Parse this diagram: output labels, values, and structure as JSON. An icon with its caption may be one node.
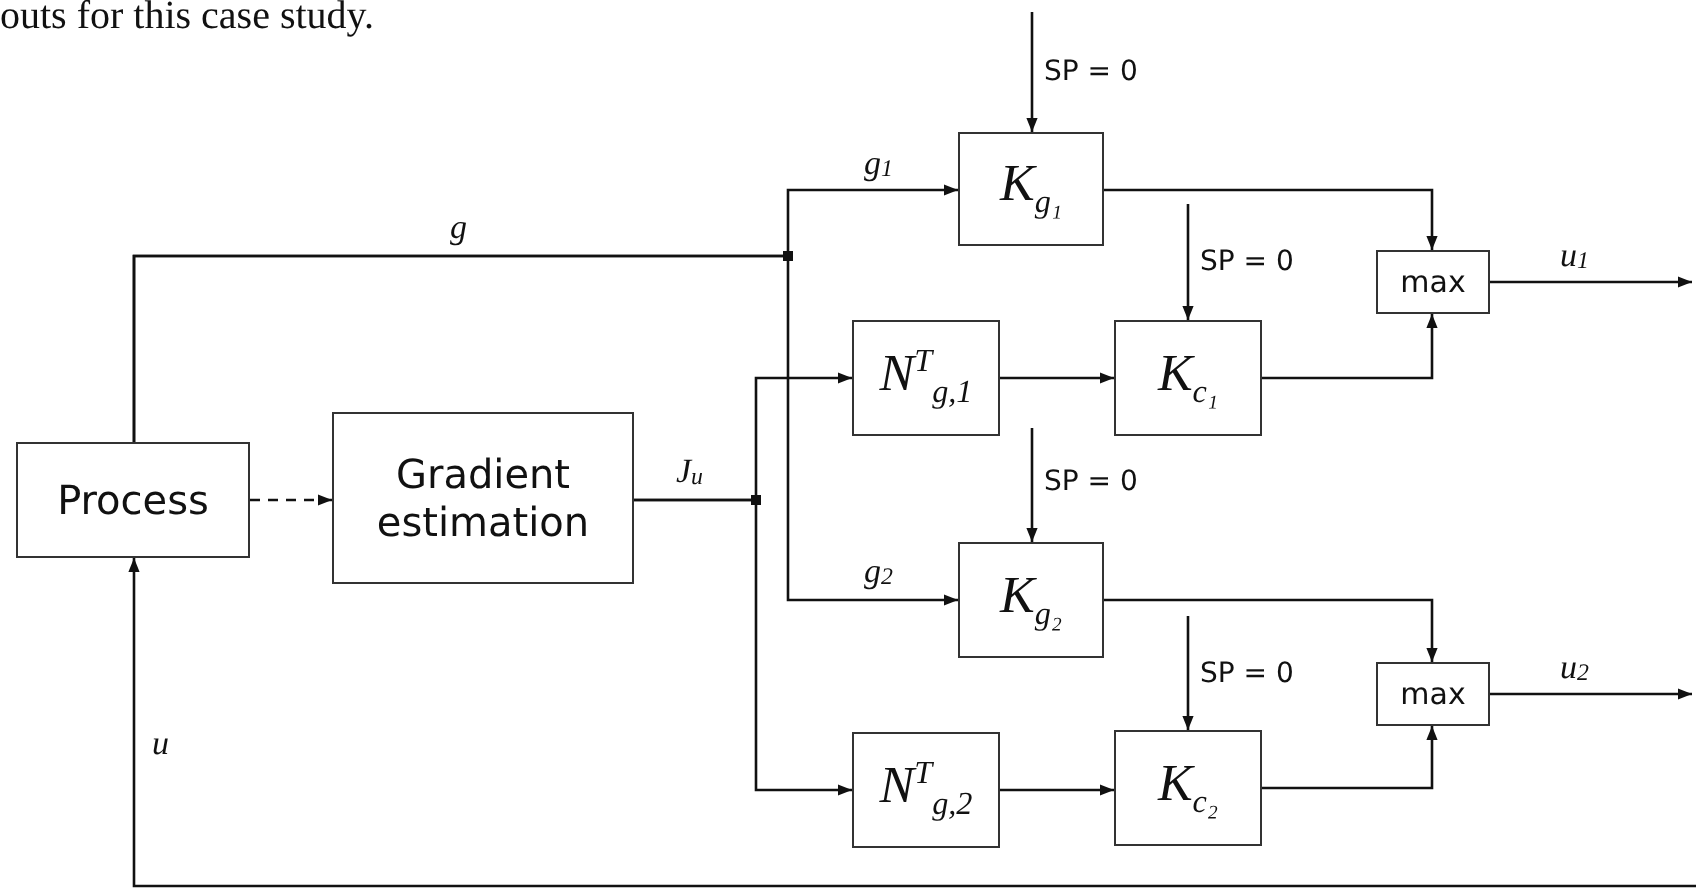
{
  "diagram": {
    "nodes": [
      {
        "text": [
          "Process"
        ]
      },
      {
        "text": [
          "Gradient estimation"
        ]
      },
      {
        "text": [
          "K$_{g₁}$"
        ]
      },
      {
        "text": [
          "N$^{T}$$_{g,1}$"
        ]
      },
      {
        "text": [
          "K$_{c₁}$"
        ]
      },
      {
        "text": [
          "max"
        ]
      },
      {
        "text": [
          "K$_{g₂}$"
        ]
      },
      {
        "text": [
          "N$^{T}$$_{g,2}$"
        ]
      },
      {
        "text": [
          "K$_{c₂}$"
        ]
      },
      {
        "text": [
          "max"
        ]
      }
    ],
    "edges": [
      {
        "from": 0,
        "to": 1,
        "arrow": "to",
        "style": "dashed"
      },
      {
        "from": 0,
        "to": 2,
        "arrow": "to",
        "label": "g$_{1}$"
      },
      {
        "from": 0,
        "to": 6,
        "arrow": "to",
        "label": "g$_{2}$"
      },
      {
        "from": 1,
        "to": 3,
        "arrow": "to"
      },
      {
        "from": 1,
        "to": 7,
        "arrow": "to"
      },
      {
        "from": null,
        "to": 2,
        "arrow": "to",
        "label": "SP = 0"
      },
      {
        "from": null,
        "to": 4,
        "arrow": "to",
        "label": "SP = 0"
      },
      {
        "from": 2,
        "to": 5,
        "arrow": "to"
      },
      {
        "from": 3,
        "to": 4,
        "arrow": "to"
      },
      {
        "from": 4,
        "to": 5,
        "arrow": "to"
      },
      {
        "from": 5,
        "to": null,
        "arrow": "to",
        "label": "u$_{1}$"
      },
      {
        "from": null,
        "to": 6,
        "arrow": "to",
        "label": "SP = 0"
      },
      {
        "from": null,
        "to": 8,
        "arrow": "to",
        "label": "SP = 0"
      },
      {
        "from": 6,
        "to": 9,
        "arrow": "to"
      },
      {
        "from": 7,
        "to": 8,
        "arrow": "to"
      },
      {
        "from": 8,
        "to": 9,
        "arrow": "to"
      },
      {
        "from": 9,
        "to": null,
        "arrow": "to",
        "label": "u$_{2}$"
      },
      {
        "from": null,
        "to": 0,
        "arrow": "to",
        "label": "u"
      }
    ],
    "labels": [
      "outs for this case study.",
      "g",
      "J$_{u}$"
    ]
  }
}
